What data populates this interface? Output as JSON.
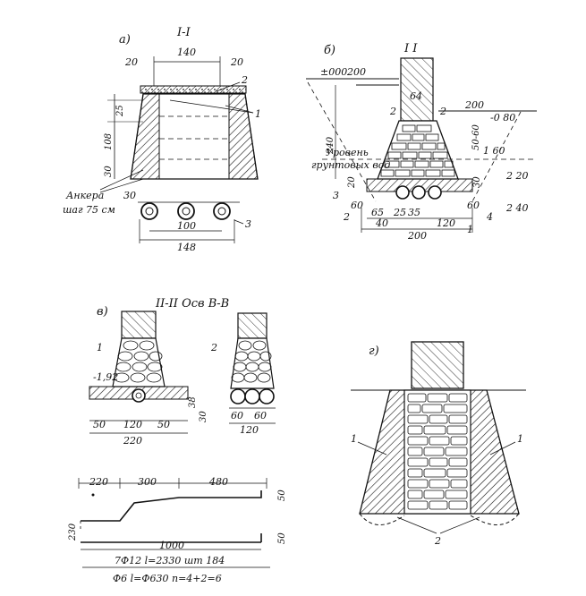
{
  "panel_a": {
    "letter": "а)",
    "section": "I-I",
    "dims": {
      "top": "140",
      "left_off": "20",
      "right_off": "20",
      "h25": "25",
      "h108": "108",
      "h30": "30",
      "bot30": "30",
      "pipe_spacing": "100",
      "bottom": "148"
    },
    "callouts": {
      "c2": "2",
      "c1": "1",
      "c3": "3"
    },
    "anchor_label": "Анкера",
    "anchor_spacing": "шаг 75 см"
  },
  "panel_b": {
    "letter": "б)",
    "section": "I I",
    "levels": {
      "ground": "±000",
      "l200": "200",
      "m080": "-0 80",
      "l160": "1 60",
      "l220": "2 20",
      "l240": "2 40"
    },
    "dims": {
      "w64": "64",
      "w200": "200",
      "h240": "240",
      "h5060": "50-60",
      "h20": "20",
      "h30": "30",
      "d60l": "60",
      "d60r": "60",
      "d65": "65",
      "d25": "25",
      "d35": "35",
      "d40": "40",
      "d120": "120",
      "d200": "200"
    },
    "groundwater_label": "Уровень",
    "groundwater_label2": "грунтовых вод",
    "callouts": {
      "c2a": "2",
      "c2b": "2",
      "c2c": "2",
      "c3": "3",
      "c4": "4",
      "c1": "1"
    }
  },
  "panel_v": {
    "letter": "в)",
    "section": "II-II Осв В-В",
    "fig1": "1",
    "fig2": "2",
    "level": "-1,92",
    "dims": {
      "d50l": "50",
      "d120": "120",
      "d50r": "50",
      "d220": "220",
      "h38": "38",
      "h30": "30",
      "p60a": "60",
      "p60b": "60",
      "p120": "120"
    }
  },
  "rebar": {
    "dims": {
      "d220": "220",
      "d300": "300",
      "d480": "480",
      "h230": "230",
      "h50a": "50",
      "h50b": "50",
      "total": "1000"
    },
    "spec1": "7Ф12  l=2330  шт 184",
    "spec2": "Ф6  l=Ф630  n=4+2=6"
  },
  "panel_g": {
    "letter": "г)",
    "callouts": {
      "c1l": "1",
      "c1r": "1",
      "c2": "2"
    }
  }
}
